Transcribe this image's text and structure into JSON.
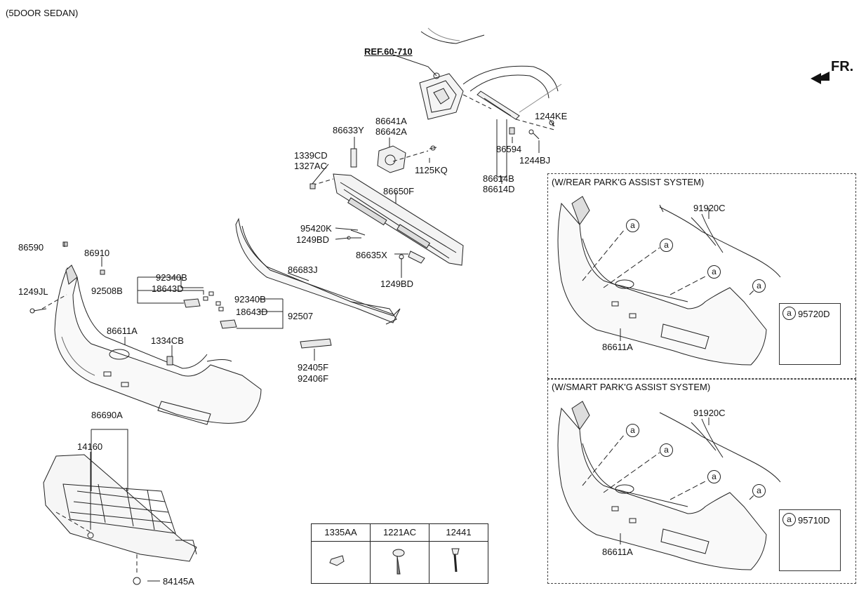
{
  "title": "(5DOOR SEDAN)",
  "ref_label": "REF.60-710",
  "direction_label": "FR.",
  "main_parts": {
    "p_86590": "86590",
    "p_86910": "86910",
    "p_1249JL": "1249JL",
    "p_92508B": "92508B",
    "p_92340B_a": "92340B",
    "p_18643D_a": "18643D",
    "p_92340B_b": "92340B",
    "p_18643D_b": "18643D",
    "p_92507": "92507",
    "p_86611A": "86611A",
    "p_1334CB": "1334CB",
    "p_86690A": "86690A",
    "p_14160": "14160",
    "p_84145A": "84145A",
    "p_86683J": "86683J",
    "p_92405F": "92405F",
    "p_92406F": "92406F",
    "p_95420K": "95420K",
    "p_1249BD_a": "1249BD",
    "p_86635X": "86635X",
    "p_1249BD_b": "1249BD",
    "p_86650F": "86650F",
    "p_1339CD": "1339CD",
    "p_1327AC": "1327AC",
    "p_86633Y": "86633Y",
    "p_86641A": "86641A",
    "p_86642A": "86642A",
    "p_1125KQ": "1125KQ",
    "p_86594": "86594",
    "p_86614B": "86614B",
    "p_86614D": "86614D",
    "p_1244BJ": "1244BJ",
    "p_1244KE": "1244KE"
  },
  "rear_section": {
    "title": "(W/REAR PARK'G ASSIST SYSTEM)",
    "harness": "91920C",
    "bumper": "86611A",
    "callout": "a",
    "sensor": "95720D"
  },
  "smart_section": {
    "title": "(W/SMART PARK'G ASSIST SYSTEM)",
    "harness": "91920C",
    "bumper": "86611A",
    "callout": "a",
    "sensor": "95710D"
  },
  "hardware_table": {
    "columns": [
      "1335AA",
      "1221AC",
      "12441"
    ]
  }
}
